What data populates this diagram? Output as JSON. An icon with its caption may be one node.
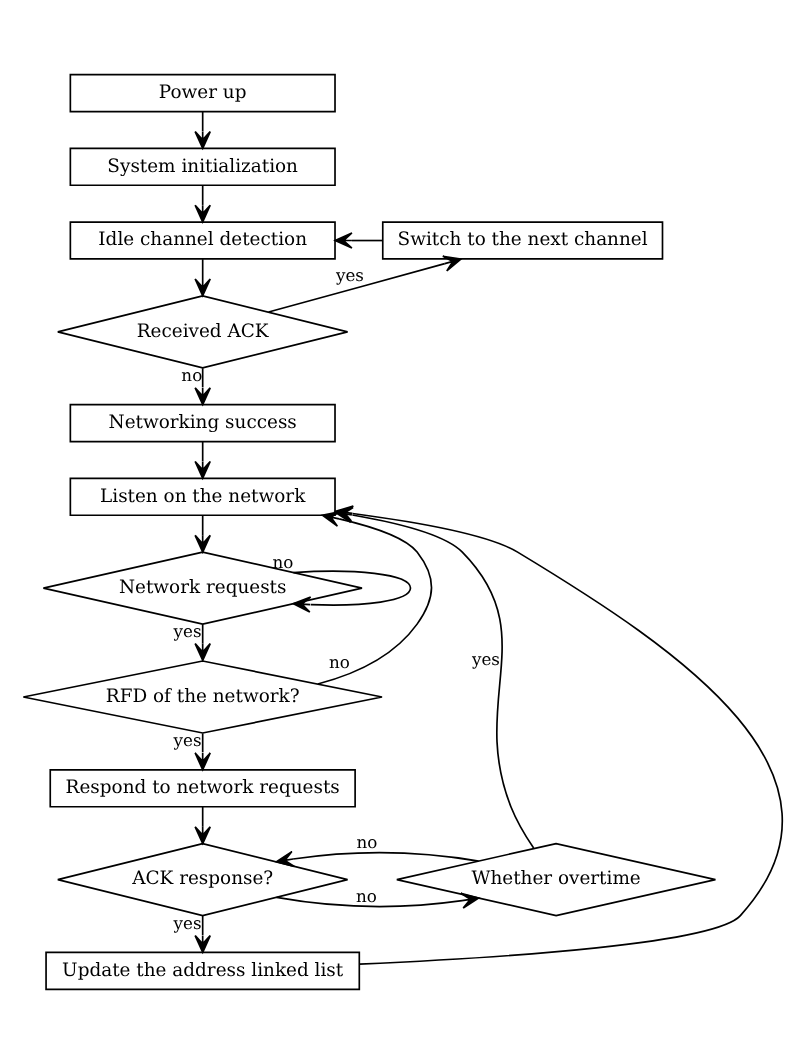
{
  "diagram": {
    "nodes": [
      {
        "text": [
          "Power up"
        ]
      },
      {
        "text": [
          "System initialization"
        ]
      },
      {
        "text": [
          "Idle channel detection"
        ]
      },
      {
        "text": [
          "Switch to the next channel"
        ]
      },
      {
        "text": [
          "Received ACK"
        ]
      },
      {
        "text": [
          "Networking success"
        ]
      },
      {
        "text": [
          "Listen on the network"
        ]
      },
      {
        "text": [
          "Network requests"
        ]
      },
      {
        "text": [
          "RFD of the network?"
        ]
      },
      {
        "text": [
          "Respond to network requests"
        ]
      },
      {
        "text": [
          "ACK response?"
        ]
      },
      {
        "text": [
          "Whether overtime"
        ]
      },
      {
        "text": [
          "Update the address linked list"
        ]
      }
    ],
    "edges": [
      {
        "from": 0,
        "to": 1,
        "arrow": "to"
      },
      {
        "from": 1,
        "to": 2,
        "arrow": "to"
      },
      {
        "from": 3,
        "to": 2,
        "arrow": "to"
      },
      {
        "from": 2,
        "to": 4,
        "arrow": "to"
      },
      {
        "from": 4,
        "to": 3,
        "arrow": "to",
        "label": "yes"
      },
      {
        "from": 4,
        "to": 5,
        "arrow": "to",
        "label": "no"
      },
      {
        "from": 5,
        "to": 6,
        "arrow": "to"
      },
      {
        "from": 6,
        "to": 7,
        "arrow": "to"
      },
      {
        "from": 7,
        "to": 7,
        "arrow": "to",
        "label": "no"
      },
      {
        "from": 7,
        "to": 8,
        "arrow": "to",
        "label": "yes"
      },
      {
        "from": 8,
        "to": 6,
        "arrow": "to",
        "label": "no"
      },
      {
        "from": 8,
        "to": 9,
        "arrow": "to",
        "label": "yes"
      },
      {
        "from": 9,
        "to": 10,
        "arrow": "to"
      },
      {
        "from": 10,
        "to": 11,
        "arrow": "to",
        "label": "no"
      },
      {
        "from": 11,
        "to": 10,
        "arrow": "to",
        "label": "no"
      },
      {
        "from": 11,
        "to": 6,
        "arrow": "to",
        "label": "yes"
      },
      {
        "from": 10,
        "to": 12,
        "arrow": "to",
        "label": "yes"
      },
      {
        "from": 12,
        "to": 6,
        "arrow": "to"
      }
    ]
  }
}
